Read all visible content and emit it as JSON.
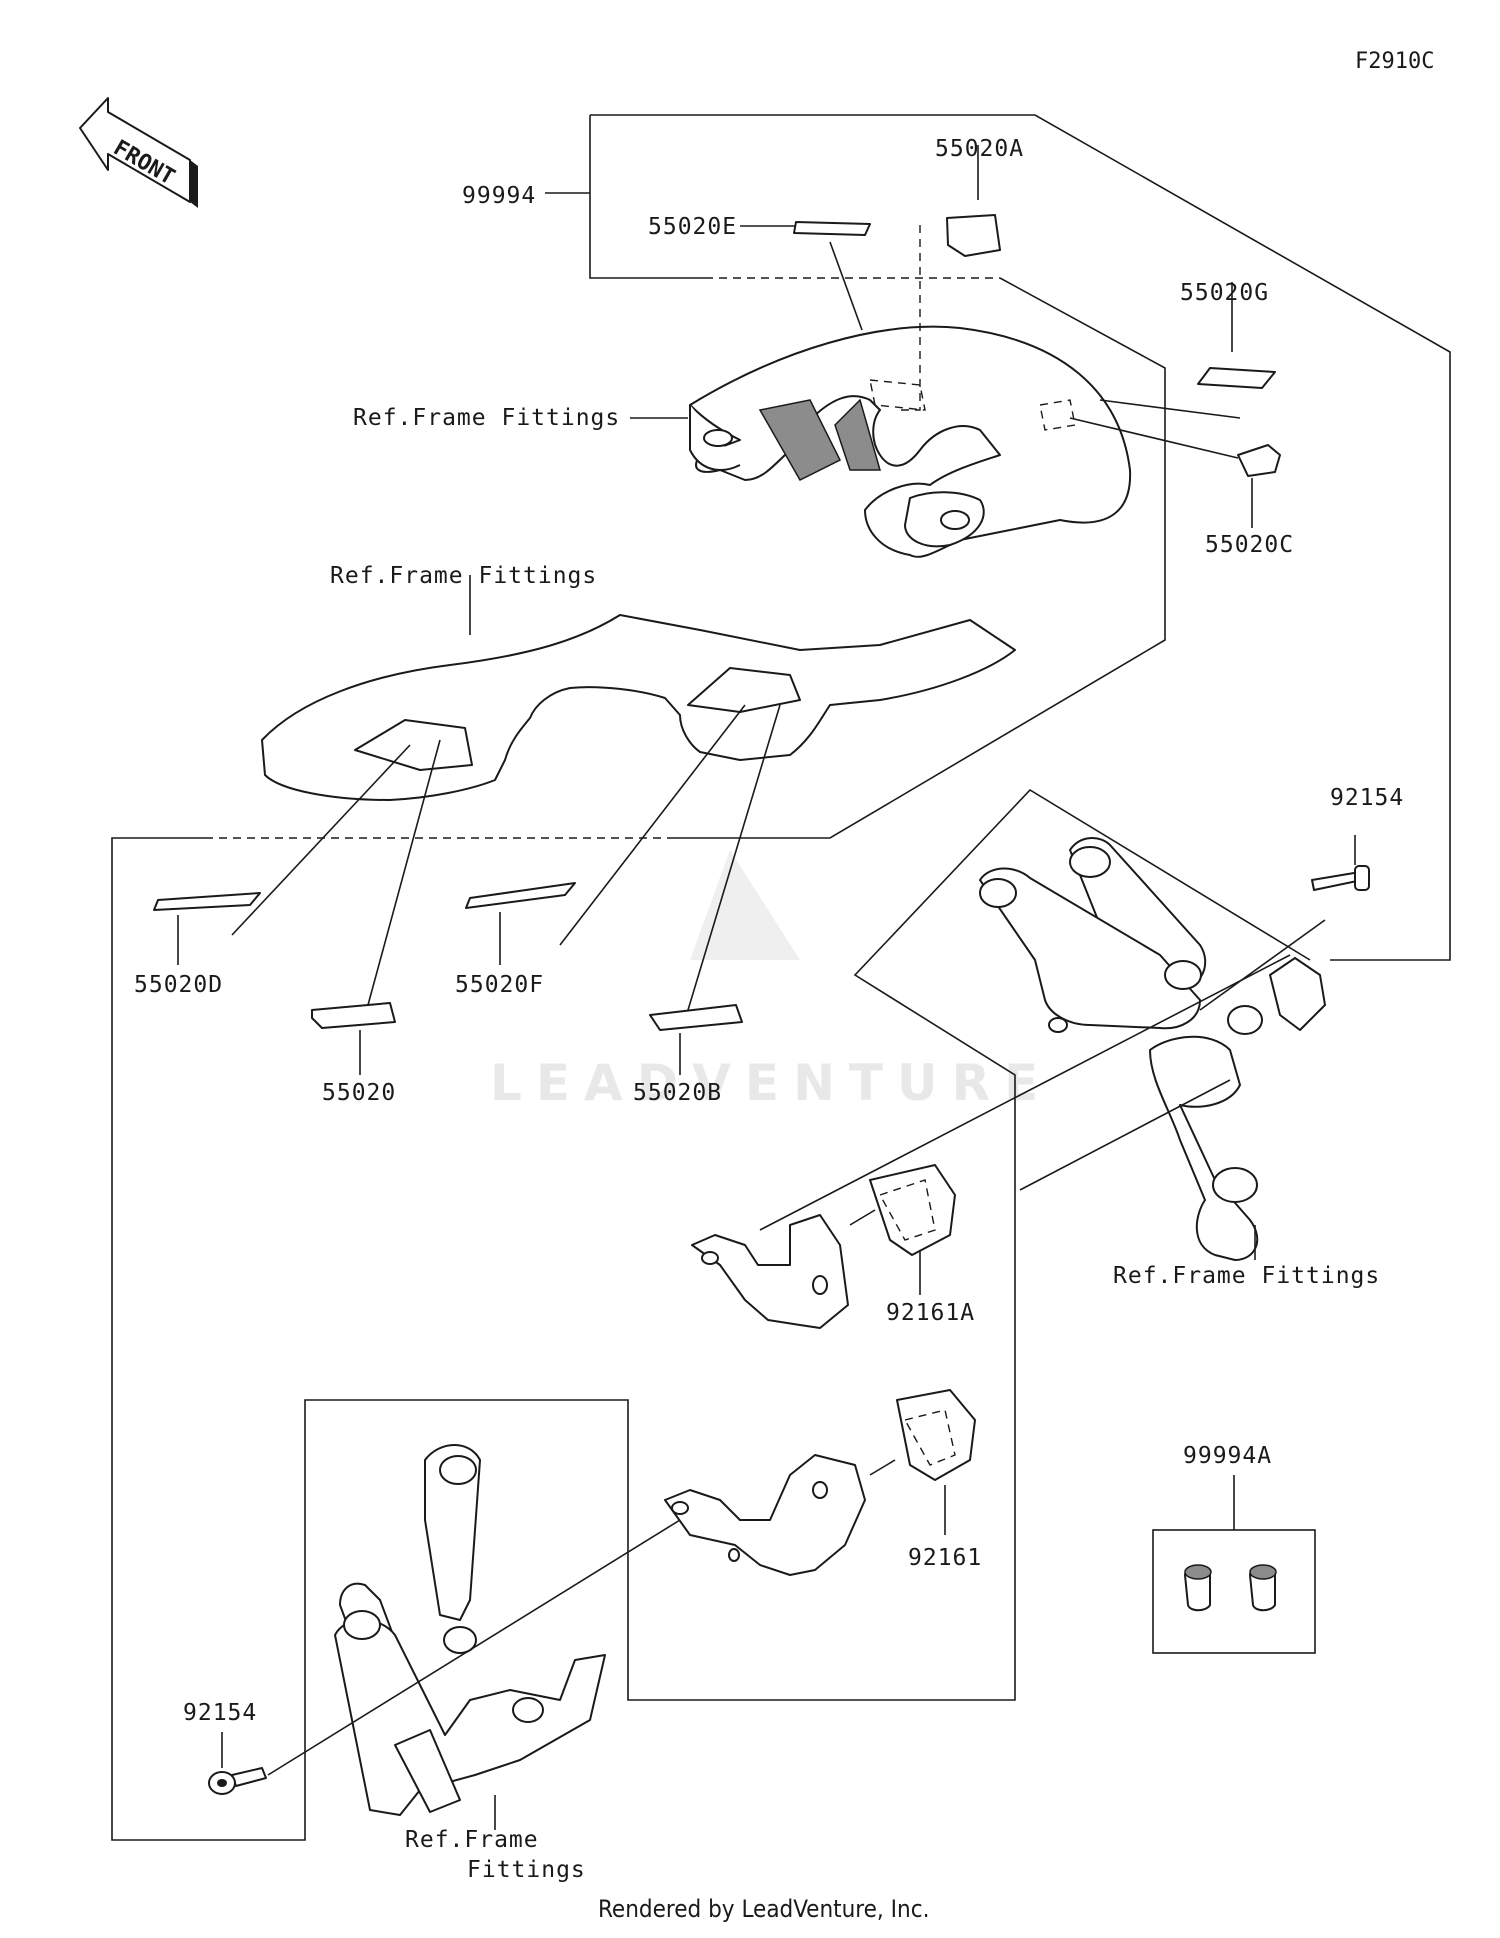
{
  "diagram_id": "F2910C",
  "front_label": "FRONT",
  "watermark": "LEADVENTURE",
  "footer": "Rendered by LeadVenture, Inc.",
  "labels": {
    "p99994": "99994",
    "p55020A": "55020A",
    "p55020E": "55020E",
    "p55020G": "55020G",
    "p55020C": "55020C",
    "ref_upper": "Ref.Frame Fittings",
    "ref_cowl": "Ref.Frame Fittings",
    "p92154_right": "92154",
    "p55020D": "55020D",
    "p55020F": "55020F",
    "p55020": "55020",
    "p55020B": "55020B",
    "ref_right": "Ref.Frame Fittings",
    "p92161A": "92161A",
    "p92161": "92161",
    "p99994A": "99994A",
    "p92154_left": "92154",
    "ref_left_line1": "Ref.Frame",
    "ref_left_line2": "Fittings"
  }
}
